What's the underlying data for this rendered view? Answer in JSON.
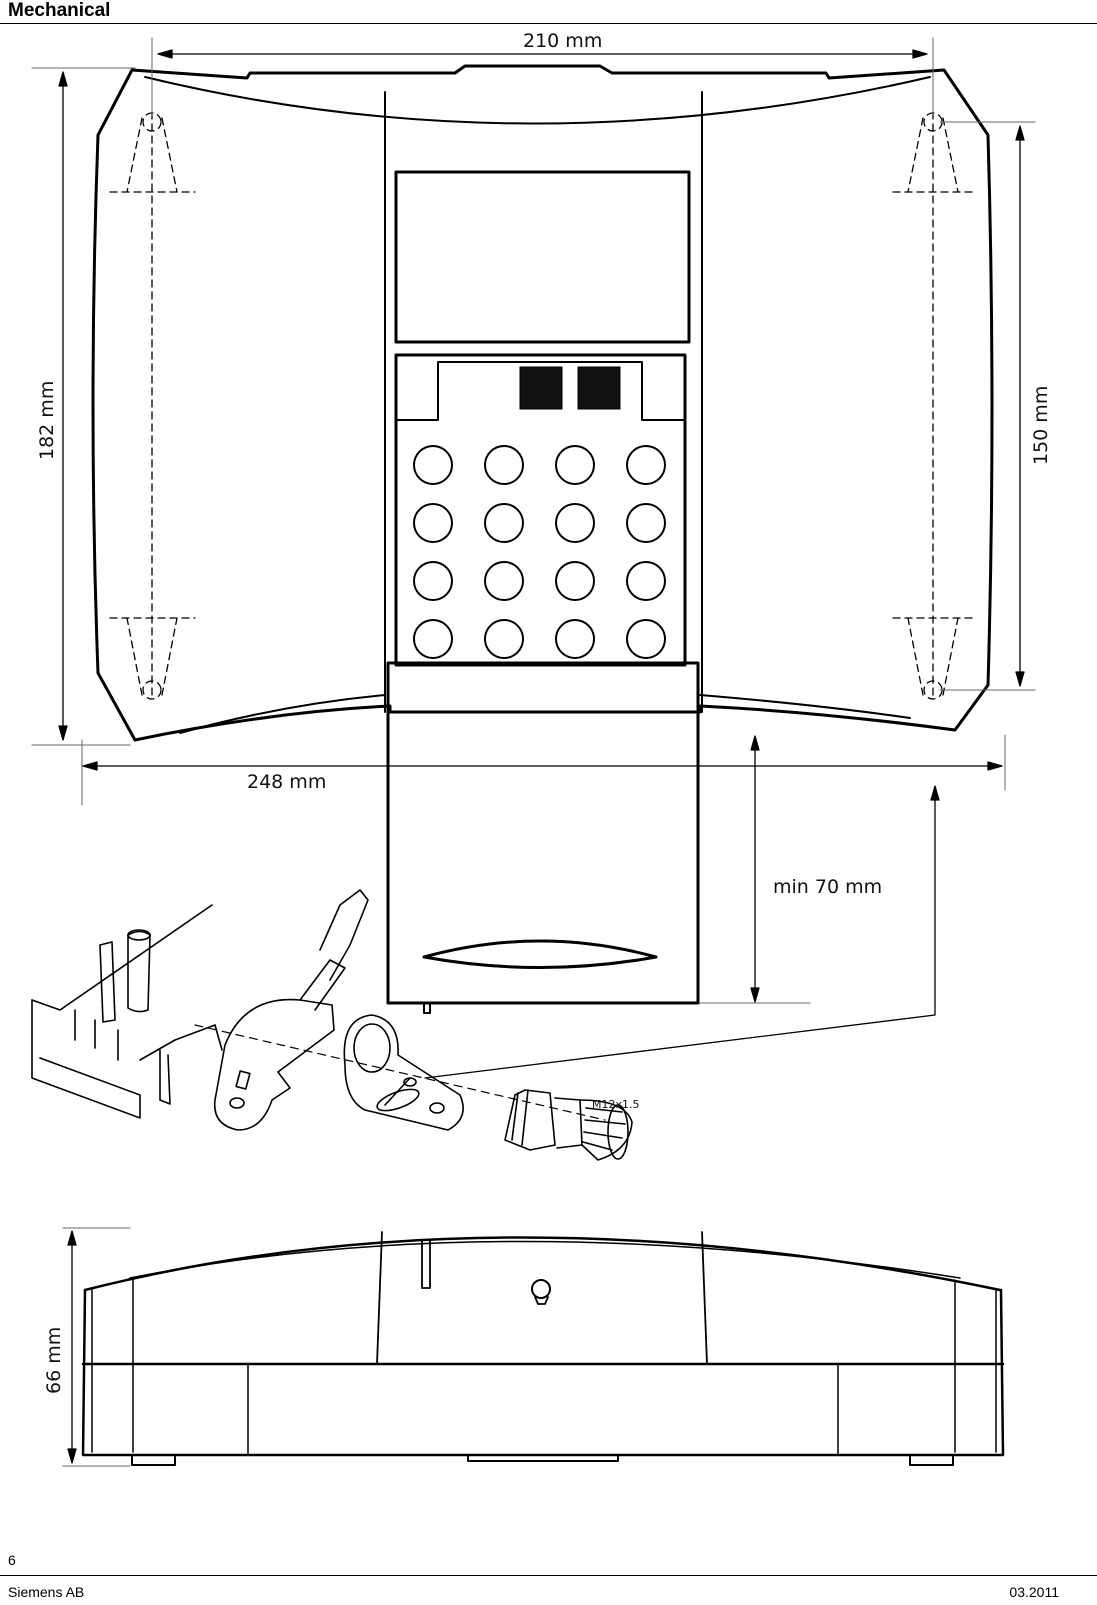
{
  "page": {
    "section_title": "Mechanical",
    "page_number": "6",
    "company": "Siemens AB",
    "date": "03.2011"
  },
  "drawing": {
    "width_label": "210 mm",
    "height_label": "182 mm",
    "hole_spacing_label": "150 mm",
    "overall_width_label": "248 mm",
    "clearance_label": "min 70 mm",
    "depth_label": "66 mm",
    "gland_label": "M12x1.5"
  }
}
